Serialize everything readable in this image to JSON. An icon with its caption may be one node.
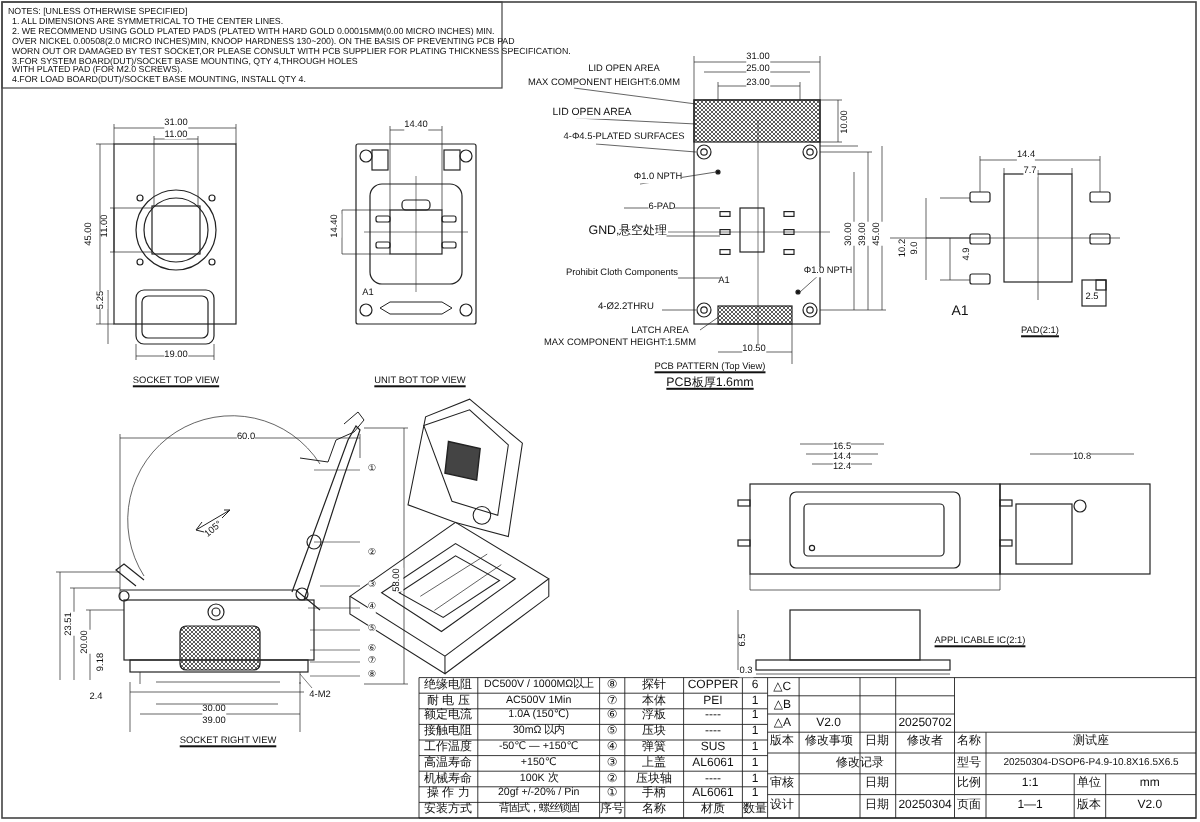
{
  "diagram": {
    "labels": [
      "NOTES: [UNLESS OTHERWISE SPECIFIED]",
      "1. ALL DIMENSIONS ARE SYMMETRICAL TO THE CENTER LINES.",
      "2. WE RECOMMEND USING GOLD PLATED PADS (PLATED WITH HARD GOLD 0.00015MM(0.00 MICRO INCHES) MIN.",
      "OVER NICKEL 0.00508(2.0 MICRO INCHES)MIN, KNOOP HARDNESS 130~200). ON THE BASIS OF PREVENTING PCB PAD",
      "WORN OUT OR DAMAGED BY TEST SOCKET,OR PLEASE CONSULT WITH PCB SUPPLIER FOR PLATING THICKNESS SPECIFICATION.",
      "3.FOR SYSTEM BOARD(DUT)/SOCKET BASE MOUNTING, QTY 4,THROUGH HOLES",
      "WITH PLATED PAD (FOR M2.0 SCREWS).",
      "4.FOR LOAD BOARD(DUT)/SOCKET BASE MOUNTING, INSTALL QTY 4.",
      "31.00",
      "11.00",
      "45.00",
      "11.00",
      "5.25",
      "19.00",
      "SOCKET TOP VIEW",
      "14.40",
      "14.40",
      "A1",
      "UNIT BOT TOP VIEW",
      "LID OPEN AREA",
      "MAX COMPONENT HEIGHT:6.0MM",
      "LID OPEN AREA",
      "4-Φ4.5-PLATED SURFACES",
      "Φ1.0 NPTH",
      "6-PAD",
      "GND,悬空处理",
      "Prohibit Cloth Components",
      "A1",
      "4-Ø2.2THRU",
      "LATCH AREA",
      "MAX COMPONENT HEIGHT:1.5MM",
      "10.50",
      "PCB PATTERN (Top View)",
      "PCB板厚1.6mm",
      "31.00",
      "25.00",
      "23.00",
      "10.00",
      "30.00",
      "39.00",
      "45.00",
      "Φ1.0 NPTH",
      "14.4",
      "7.7",
      "10.2",
      "9.0",
      "4.9",
      "2.5",
      "A1",
      "PAD(2:1)",
      "60.0",
      "58.00",
      "23.51",
      "20.00",
      "9.18",
      "2.4",
      "30.00",
      "39.00",
      "4-M2",
      "105°",
      "①",
      "②",
      "③",
      "④",
      "⑤",
      "⑥",
      "⑦",
      "⑧",
      "SOCKET RIGHT VIEW",
      "APPL ICABLE IC(2:1)",
      "16.5",
      "14.4",
      "12.4",
      "10.8",
      "6.5",
      "0.3",
      "绝缘电阻",
      "DC500V / 1000MΩ以上",
      "⑧",
      "探针",
      "COPPER",
      "6",
      "耐 电 压",
      "AC500V 1Min",
      "⑦",
      "本体",
      "PEI",
      "1",
      "额定电流",
      "1.0A (150℃)",
      "⑥",
      "浮板",
      "----",
      "1",
      "接触电阻",
      "30mΩ 以内",
      "⑤",
      "压块",
      "----",
      "1",
      "工作温度",
      "-50℃ — +150℃",
      "④",
      "弹簧",
      "SUS",
      "1",
      "高温寿命",
      "+150℃",
      "③",
      "上盖",
      "AL6061",
      "1",
      "机械寿命",
      "100K 次",
      "②",
      "压块轴",
      "----",
      "1",
      "操 作 力",
      "20gf +/-20% / Pin",
      "①",
      "手柄",
      "AL6061",
      "1",
      "安装方式",
      "背固式，螺丝锁固",
      "序号",
      "名称",
      "材质",
      "数量",
      "△C",
      "△B",
      "△A",
      "V2.0",
      "20250702",
      "版本",
      "修改事项",
      "日期",
      "修改者",
      "修改记录",
      "审核",
      "日期",
      "设计",
      "日期",
      "20250304",
      "名称",
      "测试座",
      "型号",
      "20250304-DSOP6-P4.9-10.8X16.5X6.5",
      "比例",
      "1:1",
      "单位",
      "mm",
      "页面",
      "1—1",
      "版本",
      "V2.0"
    ]
  }
}
